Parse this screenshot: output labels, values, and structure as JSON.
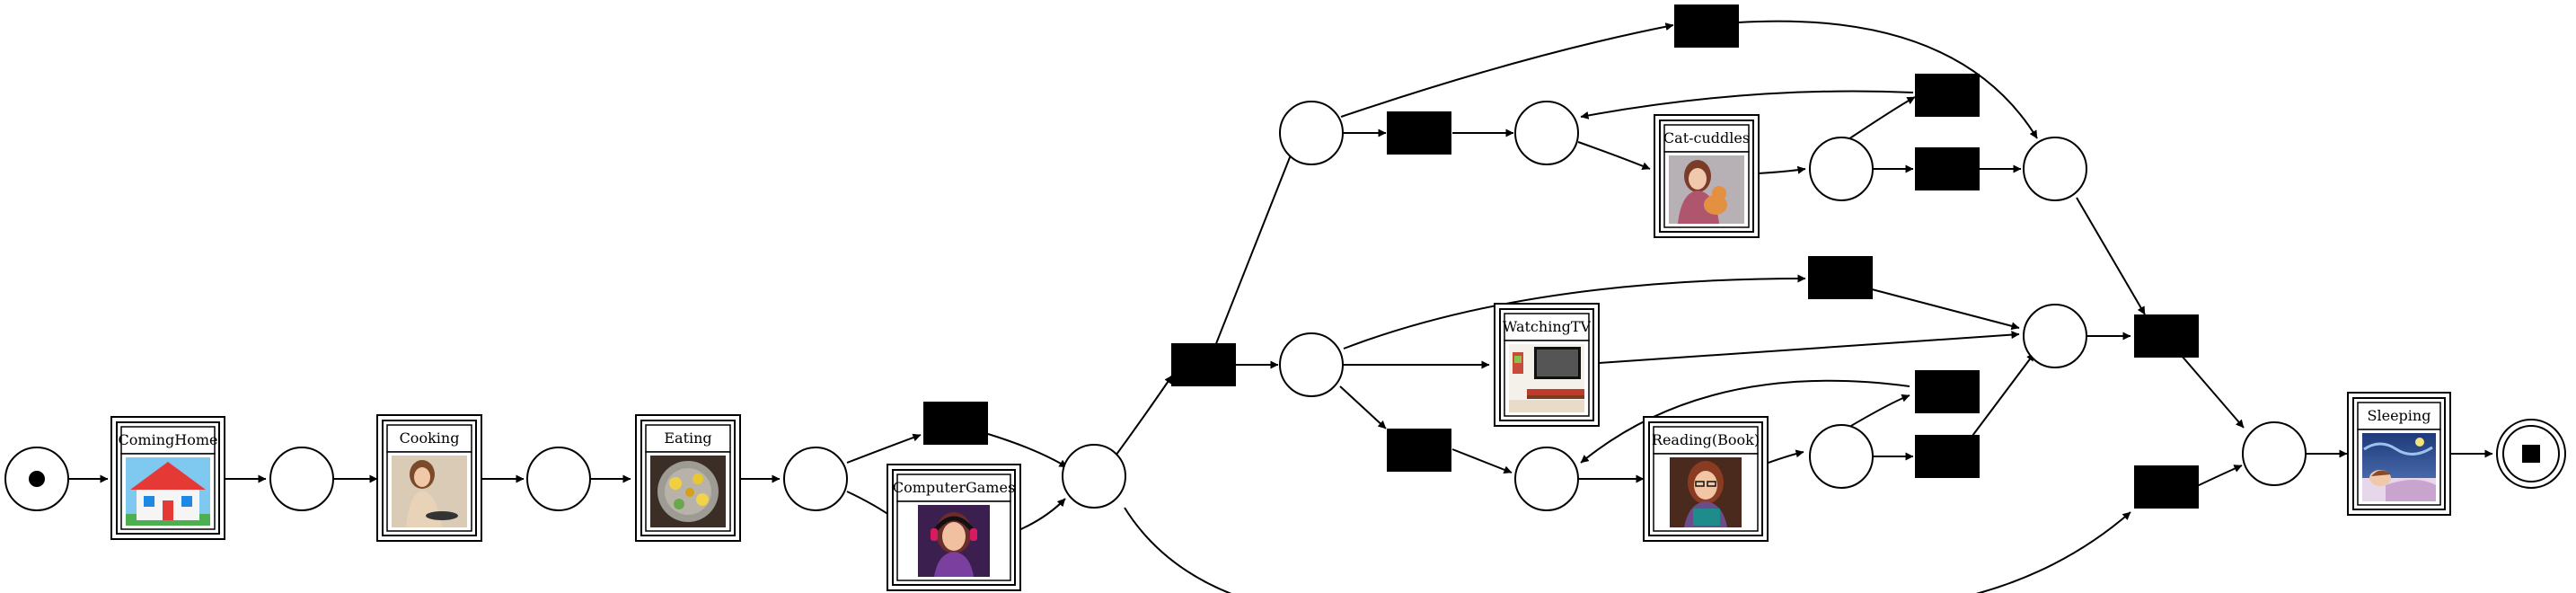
{
  "diagram": {
    "transitions": [
      {
        "id": "coming_home",
        "label": "ComingHome",
        "icon": "house-icon"
      },
      {
        "id": "cooking",
        "label": "Cooking",
        "icon": "woman-cooking-icon"
      },
      {
        "id": "eating",
        "label": "Eating",
        "icon": "food-plate-icon"
      },
      {
        "id": "computer_games",
        "label": "ComputerGames",
        "icon": "woman-gaming-headset-icon"
      },
      {
        "id": "cat_cuddles",
        "label": "Cat-cuddles",
        "icon": "woman-holding-cat-icon"
      },
      {
        "id": "watching_tv",
        "label": "WatchingTV",
        "icon": "tv-room-icon"
      },
      {
        "id": "reading_book",
        "label": "Reading(Book)",
        "icon": "woman-reading-icon"
      },
      {
        "id": "sleeping",
        "label": "Sleeping",
        "icon": "person-sleeping-icon"
      }
    ],
    "start_place": {
      "marker": "token",
      "icon": "token-dot-icon"
    },
    "end_place": {
      "marker": "final",
      "icon": "square-stop-icon"
    },
    "colors": {
      "stroke": "#000000",
      "silent_transition": "#000000",
      "background": "#ffffff"
    }
  }
}
